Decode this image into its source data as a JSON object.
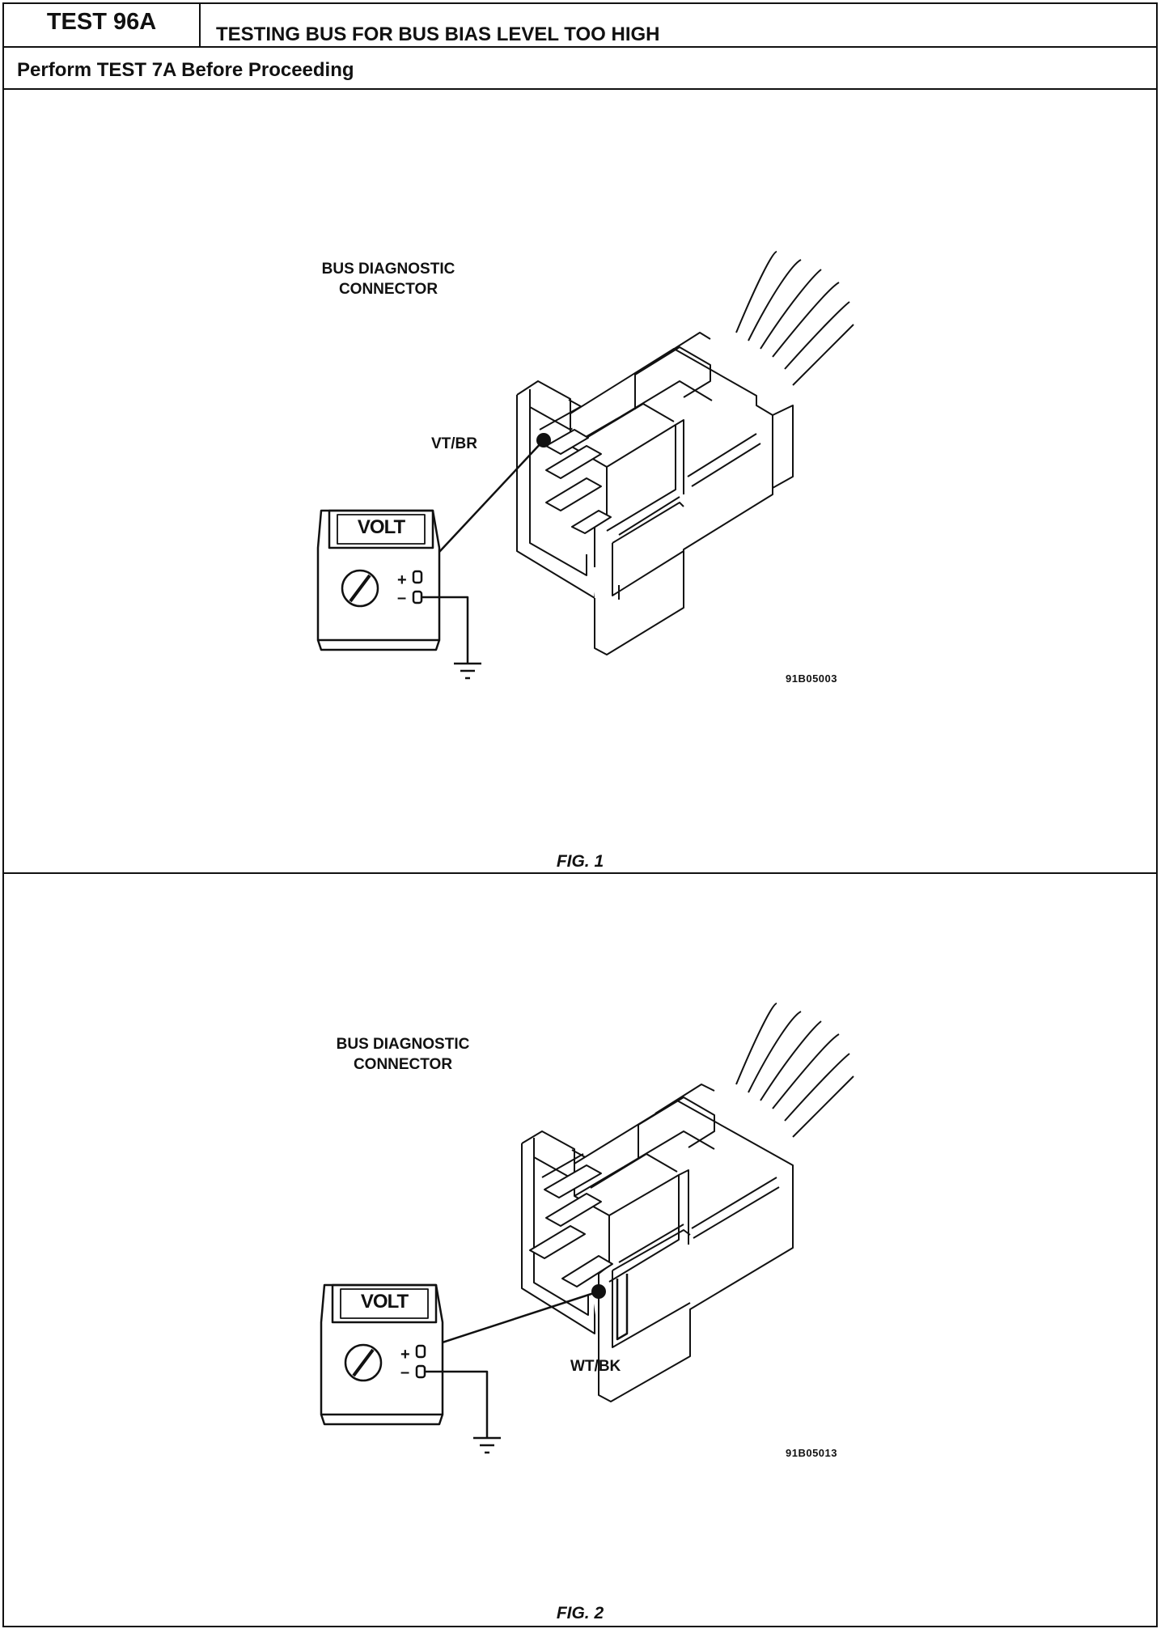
{
  "header": {
    "test_id": "TEST 96A",
    "title": "TESTING BUS FOR BUS BIAS LEVEL TOO HIGH",
    "prerequisite": "Perform TEST 7A Before Proceeding"
  },
  "figures": [
    {
      "connector_label_line1": "BUS DIAGNOSTIC",
      "connector_label_line2": "CONNECTOR",
      "wire_label": "VT/BR",
      "meter_label": "VOLT",
      "plus_sign": "+",
      "minus_sign": "–",
      "image_code": "91B05003",
      "caption": "FIG. 1"
    },
    {
      "connector_label_line1": "BUS DIAGNOSTIC",
      "connector_label_line2": "CONNECTOR",
      "wire_label": "WT/BK",
      "meter_label": "VOLT",
      "plus_sign": "+",
      "minus_sign": "–",
      "image_code": "91B05013",
      "caption": "FIG. 2"
    }
  ]
}
